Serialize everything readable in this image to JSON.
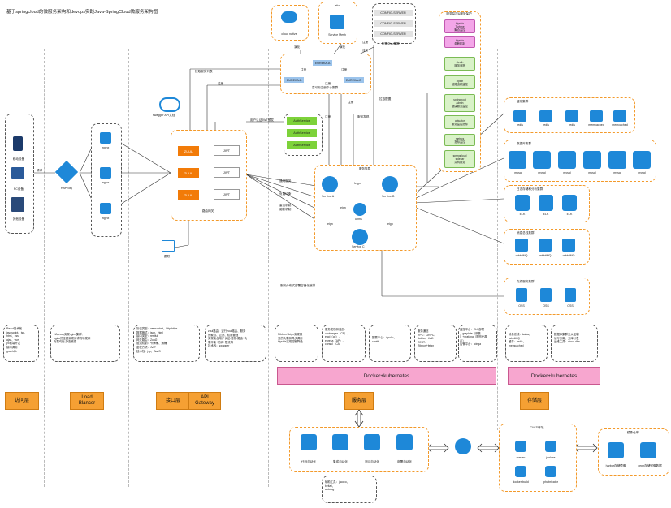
{
  "title": "基于springcloud的微服务架构和devops实践Java-SpringCloud微服务架构图",
  "access": {
    "devices": [
      "移动设备",
      "PC设备",
      "其他设备"
    ],
    "request_label": "请求",
    "haproxy": "HAProxy",
    "nginx": [
      "nginx",
      "nginx",
      "nginx"
    ]
  },
  "top_services": {
    "cloud_native": "cloud native",
    "istio": "istio",
    "service_mesh": "Service Mesh",
    "config_servers": [
      "CONFIG-SERVER",
      "CONFIG-SERVER",
      "CONFIG-SERVER"
    ],
    "config_center": "配置中心集群",
    "evolve1": "演化",
    "evolve2": "演化",
    "register1": "注册",
    "register2": "注册"
  },
  "eureka": {
    "nodes": [
      "EUREKA-A",
      "EUREKA-B",
      "EUREKA-C"
    ],
    "title": "高可用注册中心集群",
    "sync": [
      "注册",
      "注册",
      "注册"
    ]
  },
  "auth": {
    "services": [
      "AuthService",
      "AuthService",
      "AuthService"
    ],
    "register_label": "注册"
  },
  "gateway": {
    "title": "路由网关",
    "zuul": [
      "ZUUL",
      "ZUUL",
      "ZUUL"
    ],
    "jwt": [
      "JWT",
      "JWT",
      "JWT"
    ],
    "swagger": "swagger API文档",
    "user_auth": "用户认证JWT颁发",
    "pull_services": "拉取服务列表",
    "register": "注册",
    "trace": "跟踪"
  },
  "service_cluster": {
    "title": "服务集群",
    "a": "Service A",
    "b": "Service B",
    "c": "Service C",
    "feign_labels": [
      "feign",
      "feign",
      "feign",
      "feign"
    ],
    "upms": "upms",
    "left_labels": [
      "通用服务",
      "负载均衡",
      "重试机制",
      "熔断机制"
    ],
    "pull_config": "拉取配置",
    "service_discovery": "服务发现",
    "register": "注册",
    "note": "服务分布式部署容器化编排"
  },
  "monitor": {
    "title": "服务监控&服务保护",
    "items": [
      "Hystrix\nTurbine\n聚合监控",
      "Hystrix\n熔断机制",
      "sleuth\n服务追踪",
      "zipkin\n链路追踪监控",
      "springboot\nadmin\n健康服务监控",
      "actuator\n服务监控指标",
      "metrics\n指标监控",
      "springcloud\nsidecar\n异构服务"
    ]
  },
  "storage": {
    "cache_title": "缓存集群",
    "cache_items": [
      "redis",
      "redis",
      "redis",
      "memcached",
      "memcached"
    ],
    "db_title": "数据库集群",
    "db_items": [
      "mysql",
      "mysql",
      "mysql",
      "mysql",
      "mysql",
      "mysql"
    ],
    "elk_title": "日志存储和分析集群",
    "elk_items": [
      "ELK",
      "ELK",
      "ELK"
    ],
    "mq_title": "消息总线集群",
    "mq_items": [
      "rabbitMQ",
      "rabbitMQ",
      "rabbitMQ"
    ],
    "oss_title": "文件服务集群",
    "oss_items": [
      "OSS",
      "OSS",
      "OSS"
    ]
  },
  "notes": {
    "access": "React技术栈\njavascript、jsp、\nhtml、css、\najax、vue、\nyo前端开发\n接口调用\ngraphQL",
    "lb": "HAproxy实现nginx集群,\nnginx的主要实现请求的转发和\n负载均衡,静态资源",
    "interface": "协议类型：websocket、http/https\n数据格式：json、html\n接口类型：restful\n网关路由：Zuul2\n限流机制：令牌桶、漏桶\n鉴权方式：JWT\n技术栈：jsp、SaaS",
    "gateway": "zuul路由：进行zuul路由、服务\n的聚合、过滤、权限管理\n实现聚合用户认证-鉴权-路由+负\n载平衡+防刷+限流等\n技术栈：swagger",
    "service1": "Ribbon+feign实现服\n务的负载和异步调用\nHystrix实现熔断降级",
    "service2": "服务发现和注册：\nzookeeper（CP）、\netcd（cp）、\neureka（AP）、\nconsul（CA）",
    "service3": "配置中心：Apollo、\nconfd",
    "service4": "服务通信\nRPC：GRPC、\ndubbo、thrift\nREST：\nRibbon+feign",
    "service5": "监控平台：ELK部署\n、graphite（采集\n）+grafana（图形化展\n示）\n告警平台：Icinga",
    "storage1": "消息总线：kafka、\nrabbitMQ\n缓存：redis、\nmemcached",
    "storage2": "数据库集群主从复制\n读写分离、分库分表\n运维工具：cloud dba"
  },
  "layer_buttons": [
    "访问层",
    "Load\nBlancer",
    "接口层",
    "API\nGateway",
    "服务层",
    "存储层"
  ],
  "docker_labels": [
    "Docker+kubernetes",
    "Docker+kubernetes"
  ],
  "devops": {
    "items": [
      "代码自动化",
      "集成自动化",
      "测试自动化",
      "部署自动化"
    ],
    "aux": "辅助工具：jacoco、\nbeitaji、\nautotag",
    "ci_title": "CI/CD环境",
    "ci_items": [
      "maven",
      "jenkins",
      "docker-build",
      "phabricator"
    ],
    "repo_title": "镜像仓库",
    "repo_items": [
      "harbor存储镜像",
      "ceph存储镜像数据"
    ]
  },
  "colors": {
    "accent_orange": "#f39a2b",
    "blue_icon": "#1e88d8",
    "docker_pink": "#f7a6cf",
    "green_auth": "#7dd23a"
  }
}
